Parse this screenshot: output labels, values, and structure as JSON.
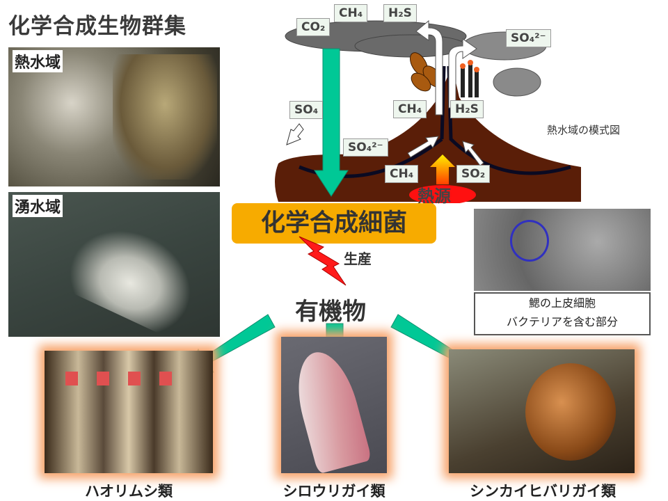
{
  "title": "化学合成生物群集",
  "photos": {
    "hydrothermal_label": "熱水域",
    "seep_label": "湧水域"
  },
  "diagram": {
    "caption": "熱水域の模式図",
    "labels": {
      "co2": "CO₂",
      "ch4_top": "CH₄",
      "h2s_top": "H₂S",
      "so4_2minus_right": "SO₄²⁻",
      "so4_left": "SO₄",
      "ch4_mid": "CH₄",
      "h2s_mid": "H₂S",
      "so4_2minus_mid": "SO₄²⁻",
      "ch4_bottom": "CH₄",
      "so2_bottom": "SO₂",
      "heat_source": "熱源"
    }
  },
  "bacteria_box": "化学合成細菌",
  "production_label": "生産",
  "organic_matter": "有機物",
  "micrograph": {
    "caption_line1": "鰓の上皮細胞",
    "caption_line2": "バクテリアを含む部分"
  },
  "organisms": [
    {
      "name": "ハオリムシ類"
    },
    {
      "name": "シロウリガイ類"
    },
    {
      "name": "シンカイヒバリガイ類"
    }
  ],
  "colors": {
    "arrow": "#00c896",
    "bacteria_box": "#f7ab00",
    "glow": "#f7a36a"
  }
}
